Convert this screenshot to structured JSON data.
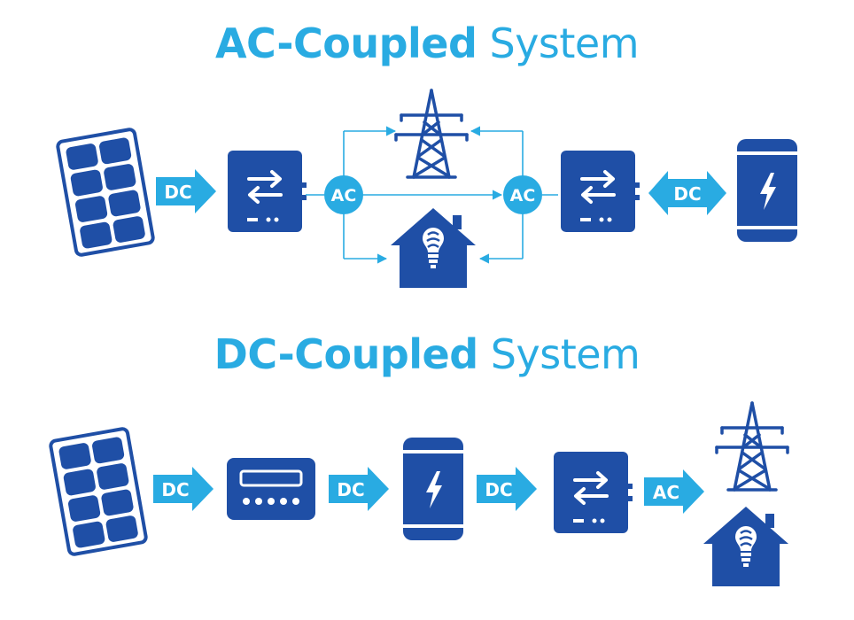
{
  "titles": {
    "ac": {
      "bold": "AC-Coupled",
      "regular": " System"
    },
    "dc": {
      "bold": "DC-Coupled",
      "regular": " System"
    }
  },
  "labels": {
    "dc": "DC",
    "ac": "AC"
  },
  "colors": {
    "title": "#29abe2",
    "light_blue": "#29abe2",
    "dark_blue": "#1f4fa6",
    "arrow": "#29abe2"
  },
  "icons": [
    "solar-panel-icon",
    "inverter-icon",
    "charge-controller-icon",
    "battery-icon",
    "power-tower-icon",
    "house-bulb-icon"
  ]
}
